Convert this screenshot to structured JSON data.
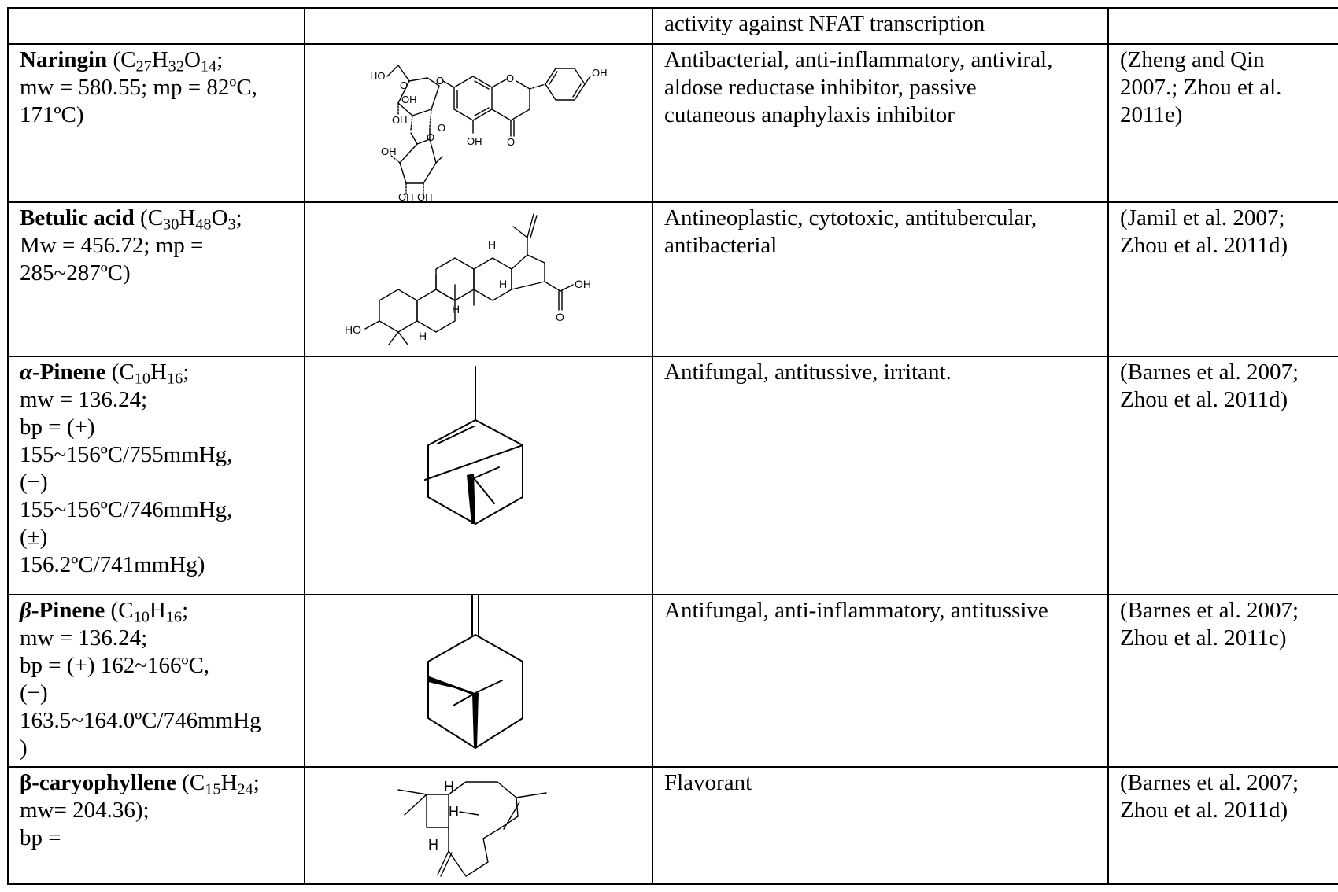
{
  "row0": {
    "activity": "activity against NFAT transcription"
  },
  "row1": {
    "name": "Naringin",
    "formula": {
      "a": "(C",
      "b": "27",
      "c": "H",
      "d": "32",
      "e": "O",
      "f": "14",
      "g": ";"
    },
    "line2": "mw = 580.55; mp = 82ºC,",
    "line3": "171ºC)",
    "activity": [
      "Antibacterial, anti-inflammatory, antiviral,",
      "aldose reductase inhibitor, passive",
      "cutaneous anaphylaxis inhibitor"
    ],
    "ref": [
      "(Zheng and Qin",
      "2007.; Zhou et al.",
      "2011e)"
    ],
    "struct_labels": {
      "oh": "OH",
      "ho": "HO",
      "o": "O"
    }
  },
  "row2": {
    "name": "Betulic acid",
    "formula": {
      "a": "(C",
      "b": "30",
      "c": "H",
      "d": "48",
      "e": "O",
      "f": "3",
      "g": ";"
    },
    "line2": "Mw =  456.72; mp =",
    "line3": "285~287ºC)",
    "activity": [
      "Antineoplastic, cytotoxic, antitubercular,",
      "antibacterial"
    ],
    "ref": [
      "(Jamil et al. 2007;",
      "Zhou et al. 2011d)"
    ],
    "struct_labels": {
      "h": "H",
      "oh": "OH",
      "ho": "HO",
      "o": "O"
    }
  },
  "row3": {
    "name_greek": "α",
    "name_rest": "-Pinene",
    "formula": {
      "a": "(C",
      "b": "10",
      "c": "H",
      "d": "16",
      "g": ";"
    },
    "lines": [
      "mw = 136.24;",
      "bp =  (+)",
      "155~156ºC/755mmHg,",
      "(−)",
      "155~156ºC/746mmHg,",
      "(±)",
      "156.2ºC/741mmHg)"
    ],
    "activity": [
      "Antifungal, antitussive, irritant."
    ],
    "ref": [
      "(Barnes et al. 2007;",
      "Zhou et al. 2011d)"
    ]
  },
  "row4": {
    "name_greek": "β",
    "name_rest": "-Pinene",
    "formula": {
      "a": "(C",
      "b": "10",
      "c": "H",
      "d": "16",
      "g": ";"
    },
    "lines": [
      "mw = 136.24;",
      "bp =   (+) 162~166ºC,",
      " (−)",
      "163.5~164.0ºC/746mmHg",
      ")"
    ],
    "activity": [
      "Antifungal, anti-inflammatory, antitussive"
    ],
    "ref": [
      "(Barnes et al. 2007;",
      "Zhou et al. 2011c)"
    ]
  },
  "row5": {
    "name": "β-caryophyllene",
    "formula": {
      "a": "(C",
      "b": "15",
      "c": "H",
      "d": "24",
      "g": ";"
    },
    "lines": [
      "mw= 204.36);",
      "bp ="
    ],
    "activity": [
      "Flavorant"
    ],
    "ref": [
      "(Barnes et al. 2007;",
      "Zhou et al. 2011d)"
    ],
    "struct_labels": {
      "h": "H"
    }
  }
}
